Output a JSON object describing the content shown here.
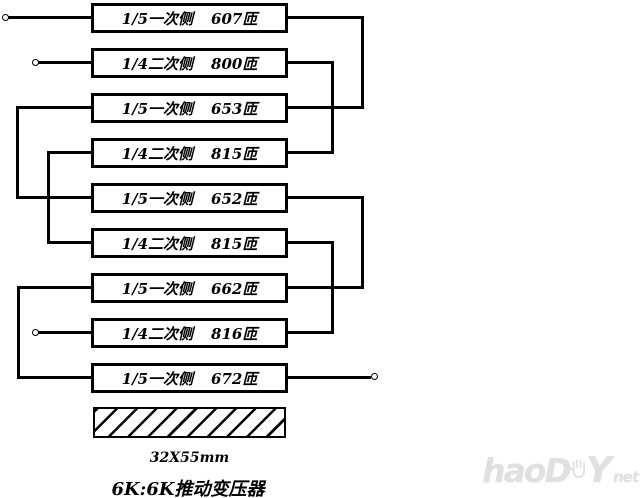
{
  "diagram": {
    "windings": [
      {
        "section": "1/5一次侧",
        "turns": "607匝"
      },
      {
        "section": "1/4二次侧",
        "turns": "800匝"
      },
      {
        "section": "1/5一次侧",
        "turns": "653匝"
      },
      {
        "section": "1/4二次侧",
        "turns": "815匝"
      },
      {
        "section": "1/5一次侧",
        "turns": "652匝"
      },
      {
        "section": "1/4二次侧",
        "turns": "815匝"
      },
      {
        "section": "1/5一次侧",
        "turns": "662匝"
      },
      {
        "section": "1/4二次侧",
        "turns": "816匝"
      },
      {
        "section": "1/5一次侧",
        "turns": "672匝"
      }
    ],
    "core_size_label": "32X55mm",
    "caption": "6K:6K推动变压器",
    "colors": {
      "line": "#000000",
      "background": "#ffffff"
    }
  },
  "watermark": {
    "text": "haoD",
    "text2": "Y",
    "suffix": "net",
    "color": "#e0e0e0"
  }
}
